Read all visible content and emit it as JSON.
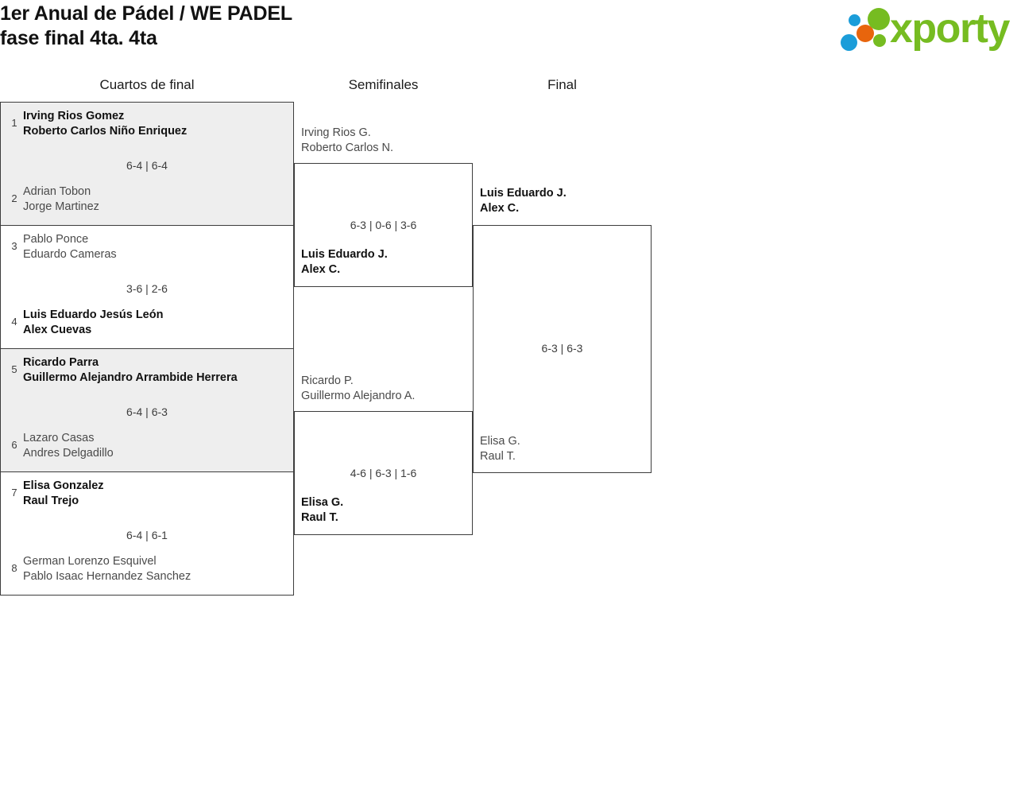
{
  "header": {
    "title": "1er Anual de Pádel / WE PADEL\nfase final 4ta. 4ta",
    "logo_wordmark": "xporty"
  },
  "rounds": [
    {
      "label": "Cuartos de final"
    },
    {
      "label": "Semifinales"
    },
    {
      "label": "Final"
    }
  ],
  "bracket": {
    "quarterfinals": [
      {
        "shaded": true,
        "score": "6-4 | 6-4",
        "top": {
          "seed": "1",
          "players": "Irving Rios Gomez\nRoberto Carlos Niño Enriquez",
          "winner": true
        },
        "bottom": {
          "seed": "2",
          "players": "Adrian Tobon\nJorge Martinez",
          "winner": false
        }
      },
      {
        "shaded": false,
        "score": "3-6 | 2-6",
        "top": {
          "seed": "3",
          "players": "Pablo Ponce\nEduardo Cameras",
          "winner": false
        },
        "bottom": {
          "seed": "4",
          "players": "Luis Eduardo Jesús León\nAlex Cuevas",
          "winner": true
        }
      },
      {
        "shaded": true,
        "score": "6-4 | 6-3",
        "top": {
          "seed": "5",
          "players": "Ricardo Parra\nGuillermo Alejandro Arrambide Herrera",
          "winner": true
        },
        "bottom": {
          "seed": "6",
          "players": "Lazaro Casas\nAndres Delgadillo",
          "winner": false
        }
      },
      {
        "shaded": false,
        "score": "6-4 | 6-1",
        "top": {
          "seed": "7",
          "players": "Elisa Gonzalez\nRaul Trejo",
          "winner": true
        },
        "bottom": {
          "seed": "8",
          "players": "German Lorenzo Esquivel\nPablo Isaac Hernandez Sanchez",
          "winner": false
        }
      }
    ],
    "semifinals": [
      {
        "score": "6-3 | 0-6 | 3-6",
        "top": {
          "players": "Irving Rios G.\nRoberto Carlos N.",
          "winner": false
        },
        "bottom": {
          "players": "Luis Eduardo J.\nAlex C.",
          "winner": true
        }
      },
      {
        "score": "4-6 | 6-3 | 1-6",
        "top": {
          "players": "Ricardo P.\nGuillermo Alejandro A.",
          "winner": false
        },
        "bottom": {
          "players": "Elisa G.\nRaul T.",
          "winner": true
        }
      }
    ],
    "final": [
      {
        "score": "6-3 | 6-3",
        "top": {
          "players": "Luis Eduardo J.\nAlex C.",
          "winner": true
        },
        "bottom": {
          "players": "Elisa G.\nRaul T.",
          "winner": false
        }
      }
    ]
  },
  "colors": {
    "brand_green": "#76bc21",
    "brand_blue": "#1b9dd9",
    "brand_orange": "#e8650d",
    "shaded_row": "#eeeeee",
    "border": "#3d3d3d"
  }
}
